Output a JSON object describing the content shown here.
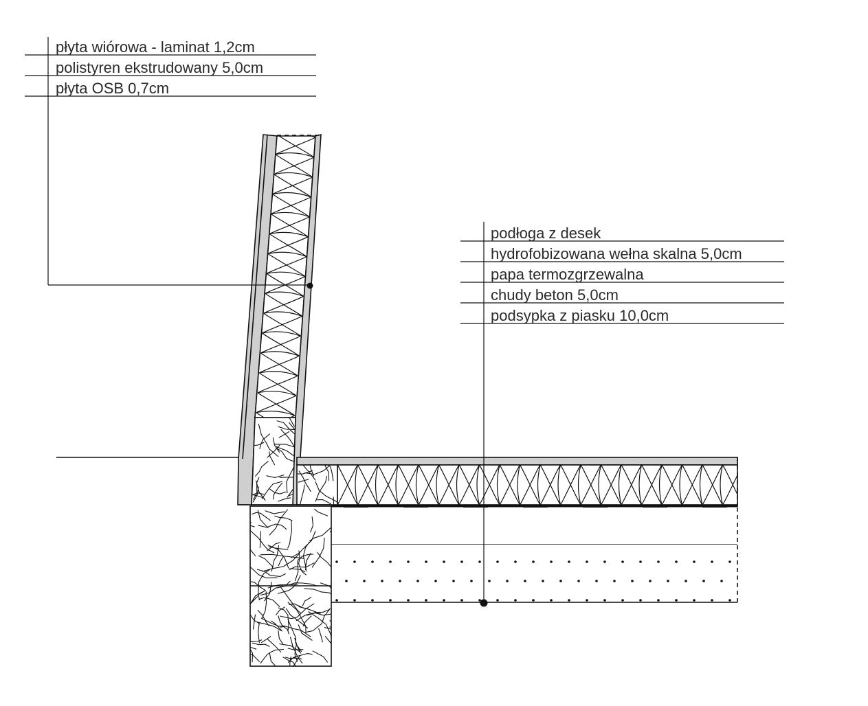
{
  "wall_labels": [
    "płyta wiórowa - laminat 1,2cm",
    "polistyren ekstrudowany 5,0cm",
    "płyta OSB 0,7cm"
  ],
  "floor_labels": [
    "podłoga z desek",
    "hydrofobizowana wełna skalna 5,0cm",
    "papa termozgrzewalna",
    "chudy beton 5,0cm",
    "podsypka z piasku 10,0cm"
  ],
  "colors": {
    "line": "#111111",
    "board_fill": "#cfcfcf",
    "text": "#2a2a2a",
    "background": "#ffffff"
  },
  "hatches": {
    "insulation": "insulation-loop-pattern",
    "timber": "end-grain-wood-pattern",
    "sand": "dot-pattern"
  }
}
